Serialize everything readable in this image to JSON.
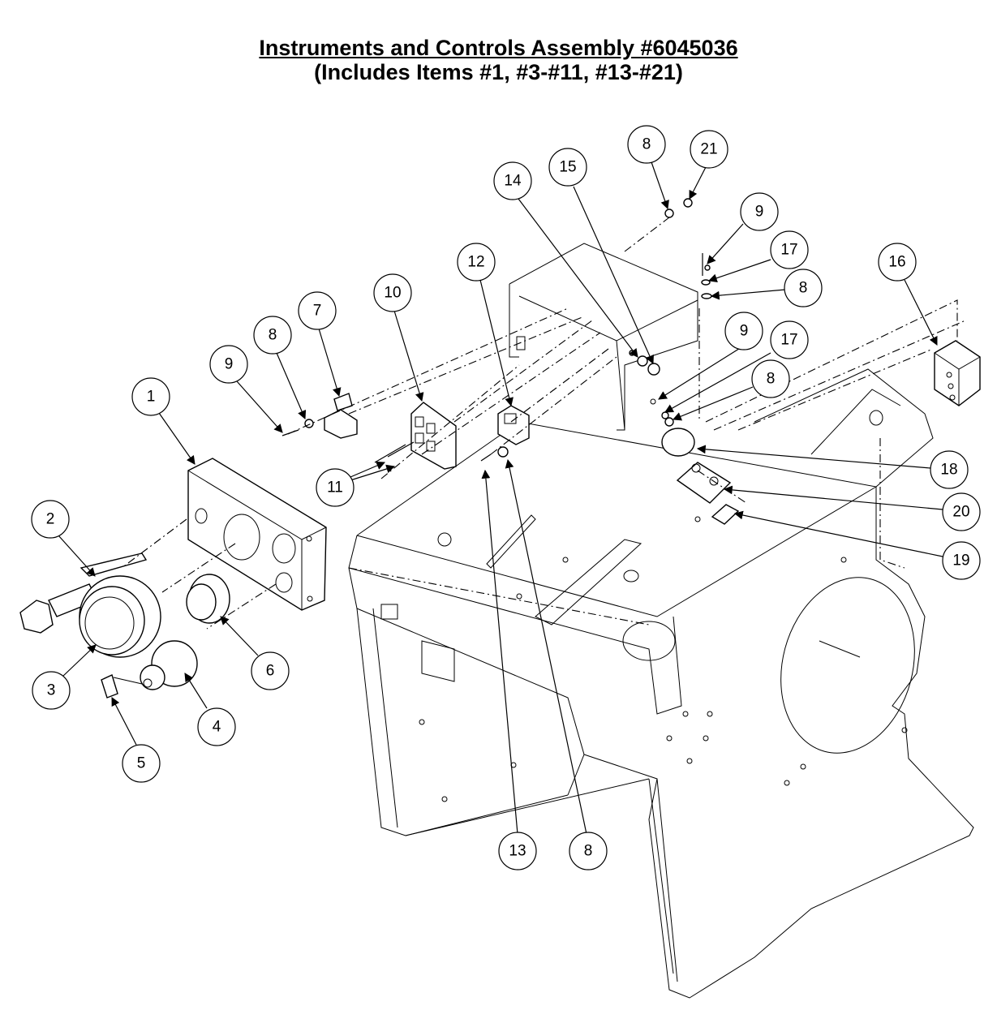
{
  "title": {
    "line1": "Instruments and Controls Assembly #6045036",
    "line2": "(Includes Items #1, #3-#11, #13-#21)"
  },
  "callouts": [
    "1",
    "2",
    "3",
    "4",
    "5",
    "6",
    "7",
    "8",
    "9",
    "10",
    "11",
    "12",
    "13",
    "14",
    "15",
    "8",
    "21",
    "9",
    "17",
    "8",
    "9",
    "17",
    "8",
    "16",
    "18",
    "20",
    "19",
    "8"
  ]
}
